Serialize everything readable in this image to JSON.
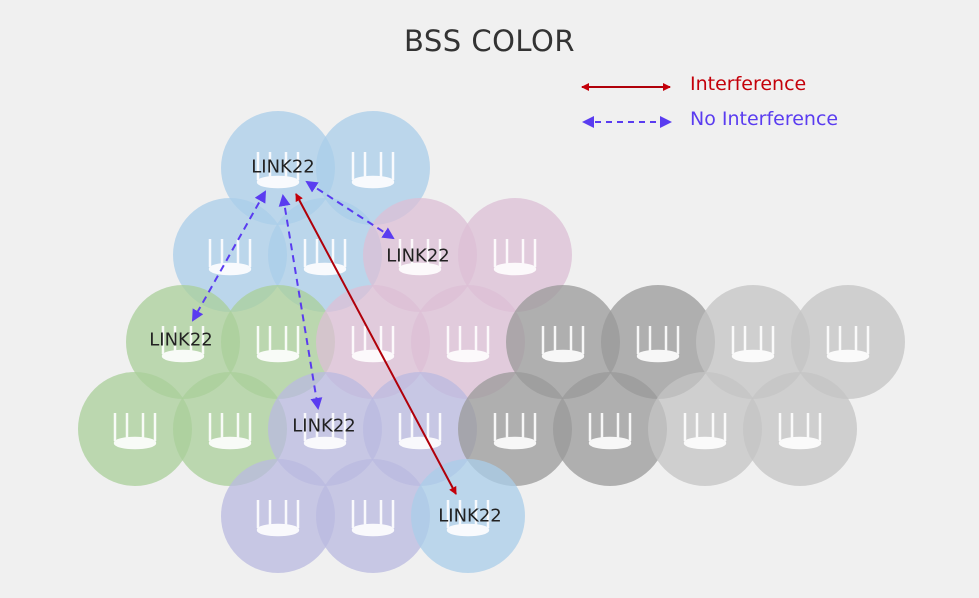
{
  "title": "BSS COLOR",
  "legend": [
    {
      "label": "Interference",
      "color": "#c4000a",
      "style": "solid"
    },
    {
      "label": "No Interference",
      "color": "#5a3cf0",
      "style": "dashed"
    }
  ],
  "bss_colors": {
    "blue": "#a9cdea",
    "pink": "#dcbfd6",
    "green": "#a9cf9a",
    "purple": "#b9b9e0",
    "dark": "#9a9a9a",
    "light": "#c4c4c4"
  },
  "cells": [
    [
      "blue",
      "blue"
    ],
    [
      "blue",
      "blue",
      "pink",
      "pink"
    ],
    [
      "green",
      "green",
      "pink",
      "pink",
      "dark",
      "dark",
      "light",
      "light"
    ],
    [
      "green",
      "green",
      "purple",
      "purple",
      "dark",
      "dark",
      "light",
      "light"
    ],
    [
      "purple",
      "purple",
      "blue"
    ]
  ],
  "link_labels": [
    "LINK22",
    "LINK22",
    "LINK22",
    "LINK22",
    "LINK22"
  ]
}
